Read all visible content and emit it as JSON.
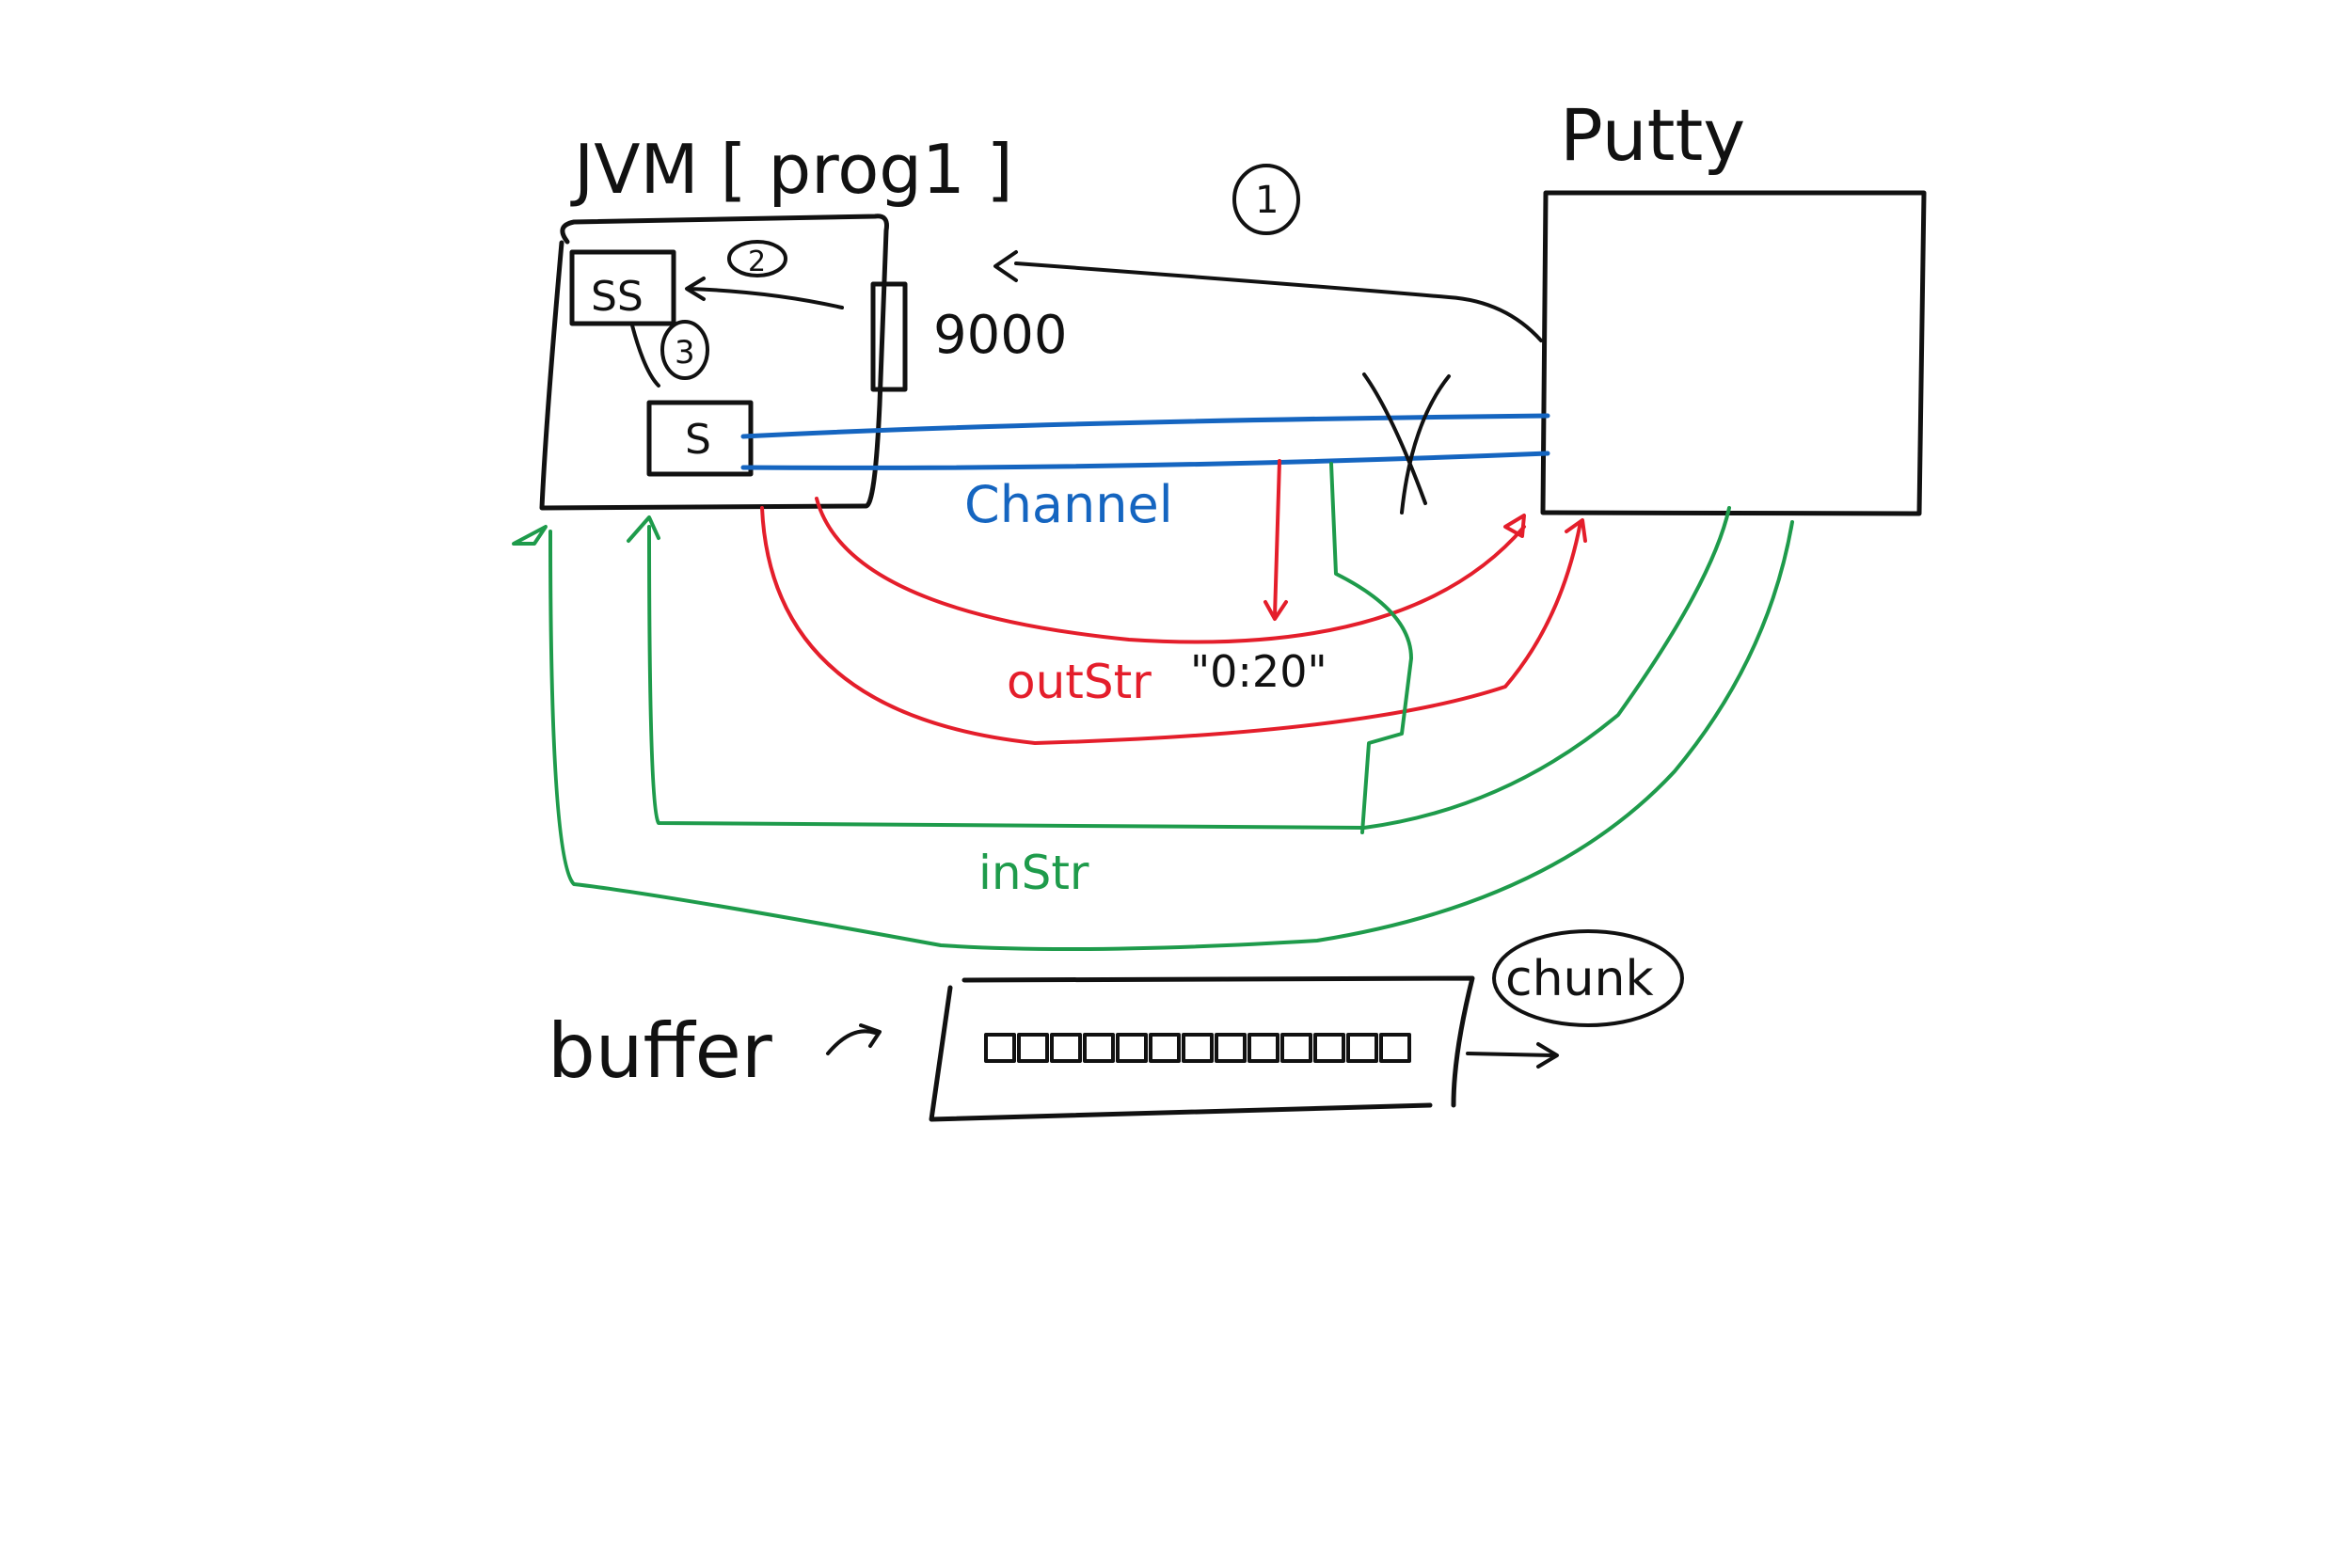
{
  "diagram": {
    "jvm_label": "JVM [ prog1 ]",
    "putty_label": "Putty",
    "port_label": "9000",
    "ss_label": "SS",
    "s_label": "S",
    "step1": "1",
    "step2": "2",
    "step3": "3",
    "channel_label": "Channel",
    "outstr_label": "outStr",
    "outstr_value": "\"0:20\"",
    "instr_label": "inStr",
    "buffer_label": "buffer",
    "chunk_label": "chunk"
  },
  "colors": {
    "ink": "#111111",
    "channel": "#1565C0",
    "output_stream": "#E41E2B",
    "input_stream": "#1E9B4B"
  }
}
